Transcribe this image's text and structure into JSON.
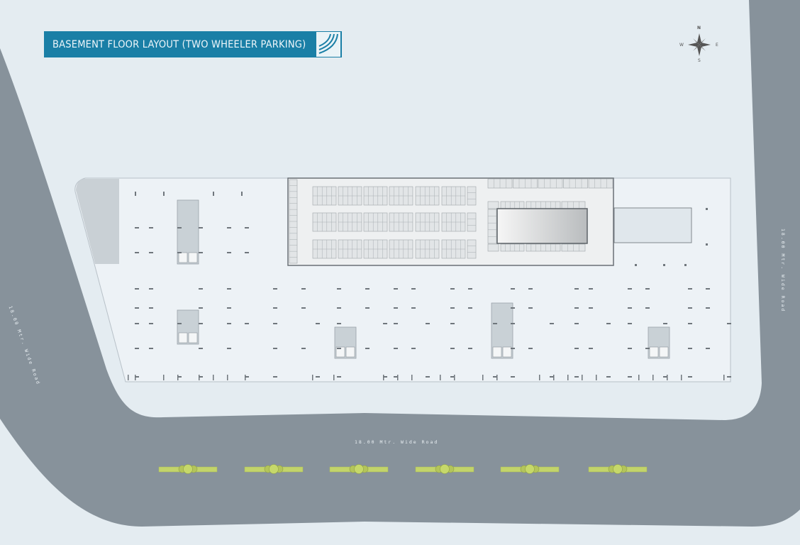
{
  "title": "BASEMENT FLOOR LAYOUT (TWO WHEELER PARKING)",
  "compass": {
    "north": "N",
    "south": "S",
    "east": "E",
    "west": "W"
  },
  "roads": {
    "bottom_label": "18.00 Mtr. Wide Road",
    "left_label": "18.00 Mtr. Wide Road",
    "right_label": "18.00 Mtr. Wide Road"
  },
  "colors": {
    "road": "#87929b",
    "ground": "#e4ecf1",
    "floor": "#eef3f6",
    "title_bar": "#1a7fa6",
    "tree": "#c3d46a"
  }
}
